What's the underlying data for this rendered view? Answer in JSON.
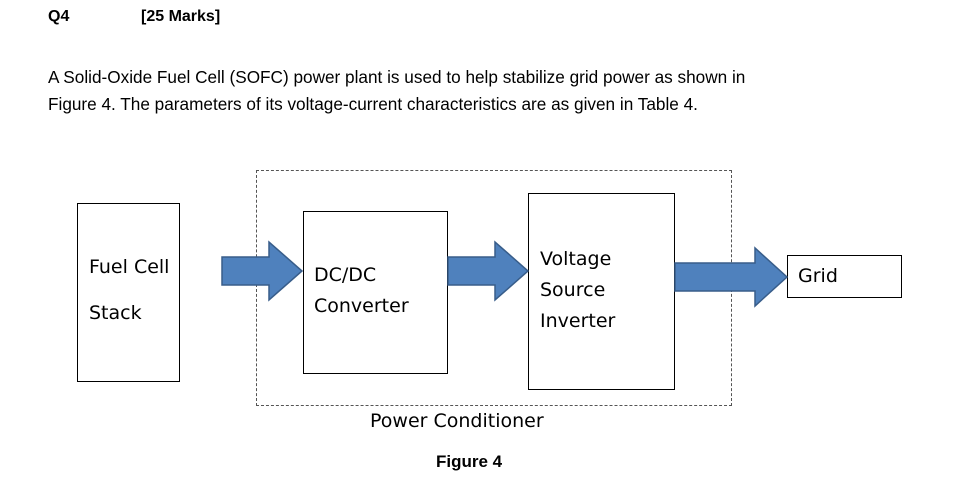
{
  "question": {
    "number": "Q4",
    "marks": "[25 Marks]",
    "text_lines": [
      "A Solid-Oxide Fuel Cell (SOFC) power plant is used to help stabilize grid power as shown in",
      "Figure 4. The parameters of its voltage-current characteristics are as given in Table 4."
    ]
  },
  "diagram": {
    "fuel_cell": {
      "line1": "Fuel Cell",
      "line2": "Stack"
    },
    "dcdc": {
      "line1": "DC/DC",
      "line2": "Converter"
    },
    "vsi": {
      "line1": "Voltage",
      "line2": "Source",
      "line3": "Inverter"
    },
    "grid": "Grid",
    "group_label": "Power Conditioner",
    "figure_caption": "Figure 4",
    "arrow_color": "#4F81BD",
    "arrow_border": "#385D8A"
  }
}
